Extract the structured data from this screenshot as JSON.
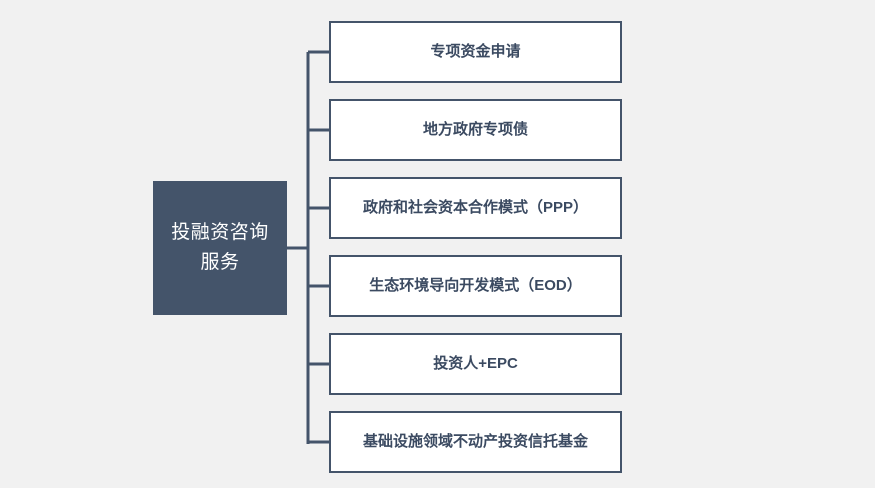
{
  "diagram": {
    "type": "tree-bracket",
    "background_color": "#F1F1F1",
    "accent_color": "#44546A",
    "text_color": "#3B4A61",
    "root": {
      "label": "投融资咨询服务",
      "fill_color": "#44546A",
      "label_color": "#FFFFFF"
    },
    "branches": [
      {
        "label": "专项资金申请"
      },
      {
        "label": "地方政府专项债"
      },
      {
        "label": "政府和社会资本合作模式（PPP）"
      },
      {
        "label": "生态环境导向开发模式（EOD）"
      },
      {
        "label": "投资人+EPC"
      },
      {
        "label": "基础设施领域不动产投资信托基金"
      }
    ]
  }
}
